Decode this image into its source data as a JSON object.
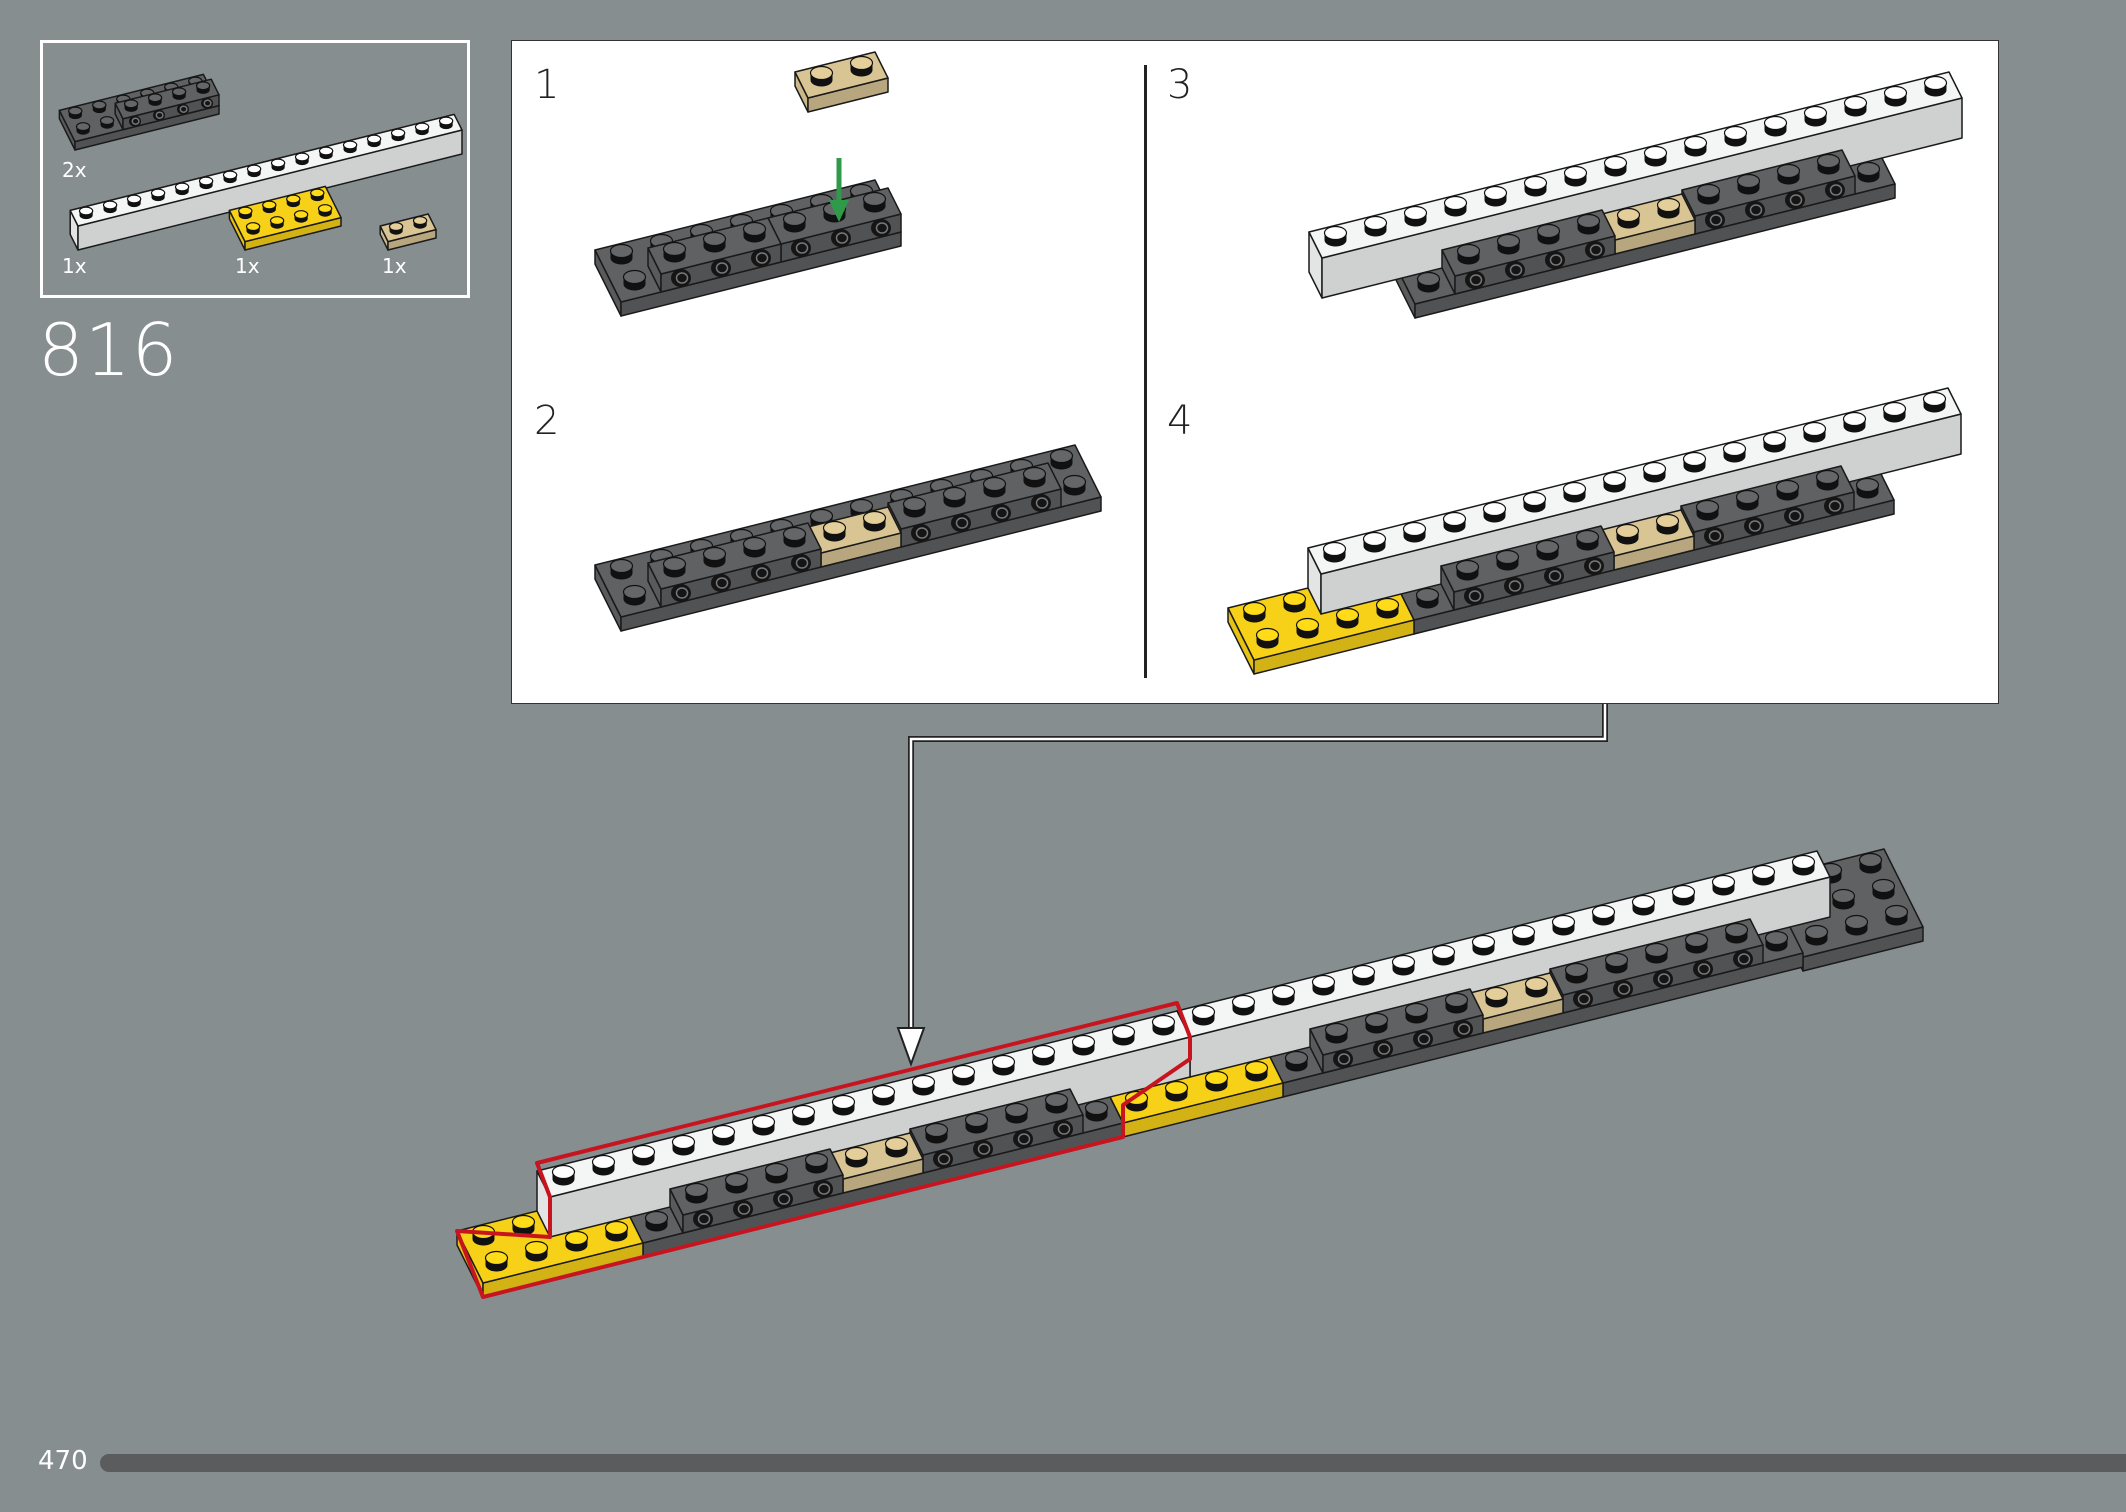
{
  "parts_list": {
    "items": [
      {
        "name": "dark-gray-plate-with-bricks",
        "qty": "2x"
      },
      {
        "name": "white-brick-1x16",
        "qty": "1x"
      },
      {
        "name": "yellow-plate-2x4",
        "qty": "1x"
      },
      {
        "name": "tan-plate-1x2",
        "qty": "1x"
      }
    ]
  },
  "step_number": "816",
  "substeps": [
    {
      "label": "1"
    },
    {
      "label": "2"
    },
    {
      "label": "3"
    },
    {
      "label": "4"
    }
  ],
  "page_number": "470",
  "progress": 1.0,
  "colors": {
    "background": "#878e90",
    "dark_gray": "#5f6163",
    "white": "#f4f6f6",
    "yellow": "#f7d117",
    "tan": "#d9c594",
    "callout_red": "#c8141e",
    "arrow_green": "#2f9a4a",
    "progress_bar": "#5a5c5e"
  }
}
